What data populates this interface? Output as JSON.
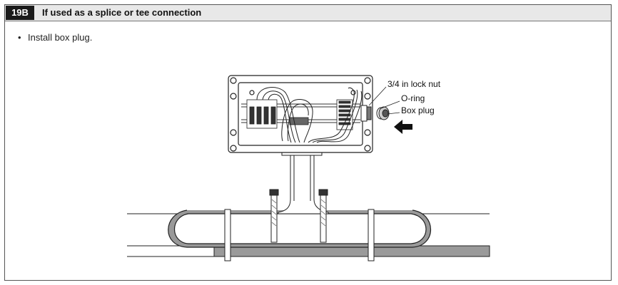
{
  "step": {
    "number": "19B",
    "title": "If used as a splice or tee connection"
  },
  "instructions": [
    {
      "text": "Install box plug."
    }
  ],
  "callouts": {
    "lock_nut": "3/4 in lock nut",
    "o_ring": "O-ring",
    "box_plug": "Box plug"
  }
}
